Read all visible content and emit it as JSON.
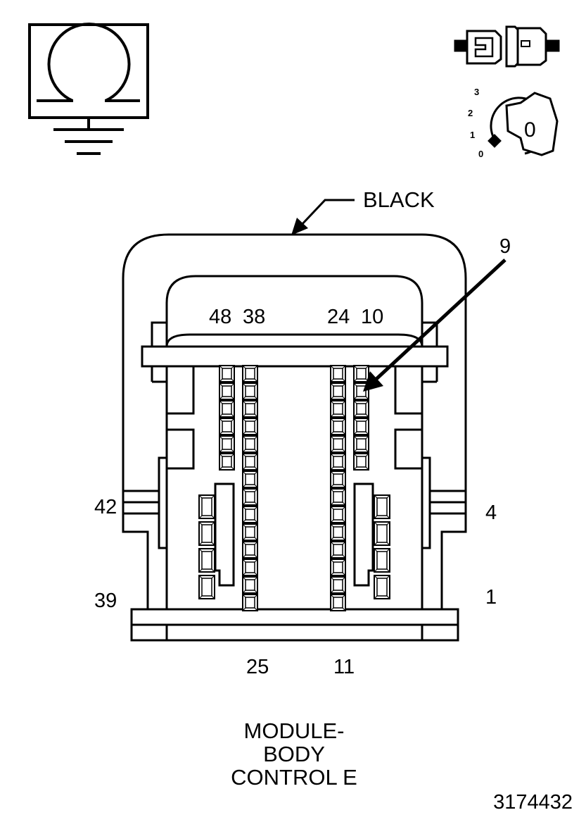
{
  "connector": {
    "color_label": "BLACK",
    "pointer_label": "9",
    "top_pin_labels": [
      "48",
      "38",
      "24",
      "10"
    ],
    "left_pin_labels": [
      "42",
      "39"
    ],
    "right_pin_labels": [
      "4",
      "1"
    ],
    "bottom_pin_labels": [
      "25",
      "11"
    ]
  },
  "title": {
    "line1": "MODULE-",
    "line2": "BODY",
    "line3": "CONTROL E"
  },
  "ignition": {
    "positions": [
      "3",
      "2",
      "1",
      "0"
    ],
    "key_label": "0"
  },
  "figure_number": "3174432",
  "icons": [
    "ohmmeter-ground-icon",
    "disconnected-connector-icon",
    "ignition-key-off-icon"
  ]
}
